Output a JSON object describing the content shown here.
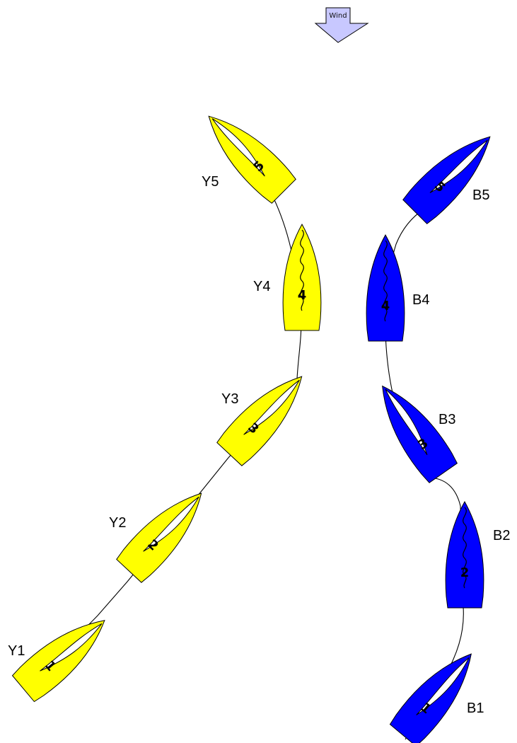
{
  "wind": {
    "label": "Wind",
    "color": "#c8c8ff"
  },
  "colors": {
    "yellow": "#ffff00",
    "blue": "#0000ff",
    "track": "#000000",
    "sail": "#ffffff"
  },
  "boats": [
    {
      "id": "Y1",
      "label": "Y1",
      "number": "1",
      "team": "yellow",
      "luffing": false
    },
    {
      "id": "Y2",
      "label": "Y2",
      "number": "2",
      "team": "yellow",
      "luffing": false
    },
    {
      "id": "Y3",
      "label": "Y3",
      "number": "3",
      "team": "yellow",
      "luffing": false
    },
    {
      "id": "Y4",
      "label": "Y4",
      "number": "4",
      "team": "yellow",
      "luffing": true
    },
    {
      "id": "Y5",
      "label": "Y5",
      "number": "5",
      "team": "yellow",
      "luffing": false
    },
    {
      "id": "B1",
      "label": "B1",
      "number": "1",
      "team": "blue",
      "luffing": false
    },
    {
      "id": "B2",
      "label": "B2",
      "number": "2",
      "team": "blue",
      "luffing": true
    },
    {
      "id": "B3",
      "label": "B3",
      "number": "3",
      "team": "blue",
      "luffing": false
    },
    {
      "id": "B4",
      "label": "B4",
      "number": "4",
      "team": "blue",
      "luffing": true
    },
    {
      "id": "B5",
      "label": "B5",
      "number": "5",
      "team": "blue",
      "luffing": false
    }
  ]
}
